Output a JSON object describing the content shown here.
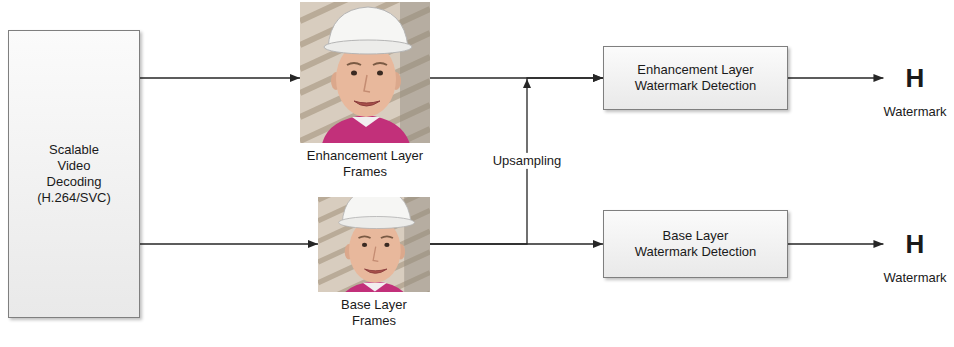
{
  "diagram": {
    "nodes": [
      {
        "text": [
          "Scalable Video Decoding (H.264/SVC)"
        ]
      },
      {
        "text": [
          "Enhancement Layer Frames"
        ]
      },
      {
        "text": [
          "Base Layer Frames"
        ]
      },
      {
        "text": [
          "Enhancement Layer Watermark Detection"
        ]
      },
      {
        "text": [
          "Base Layer Watermark Detection"
        ]
      },
      {
        "text": [
          "H",
          "Watermark"
        ]
      },
      {
        "text": [
          "H",
          "Watermark"
        ]
      }
    ],
    "edges": [
      {
        "from": 0,
        "to": 1,
        "arrow": "to"
      },
      {
        "from": 0,
        "to": 2,
        "arrow": "to"
      },
      {
        "from": 1,
        "to": 3,
        "arrow": "to"
      },
      {
        "from": 2,
        "to": 4,
        "arrow": "to"
      },
      {
        "from": 2,
        "to": 3,
        "label": "Upsampling",
        "arrow": "to"
      },
      {
        "from": 3,
        "to": 5,
        "arrow": "to"
      },
      {
        "from": 4,
        "to": 6,
        "arrow": "to"
      }
    ]
  }
}
